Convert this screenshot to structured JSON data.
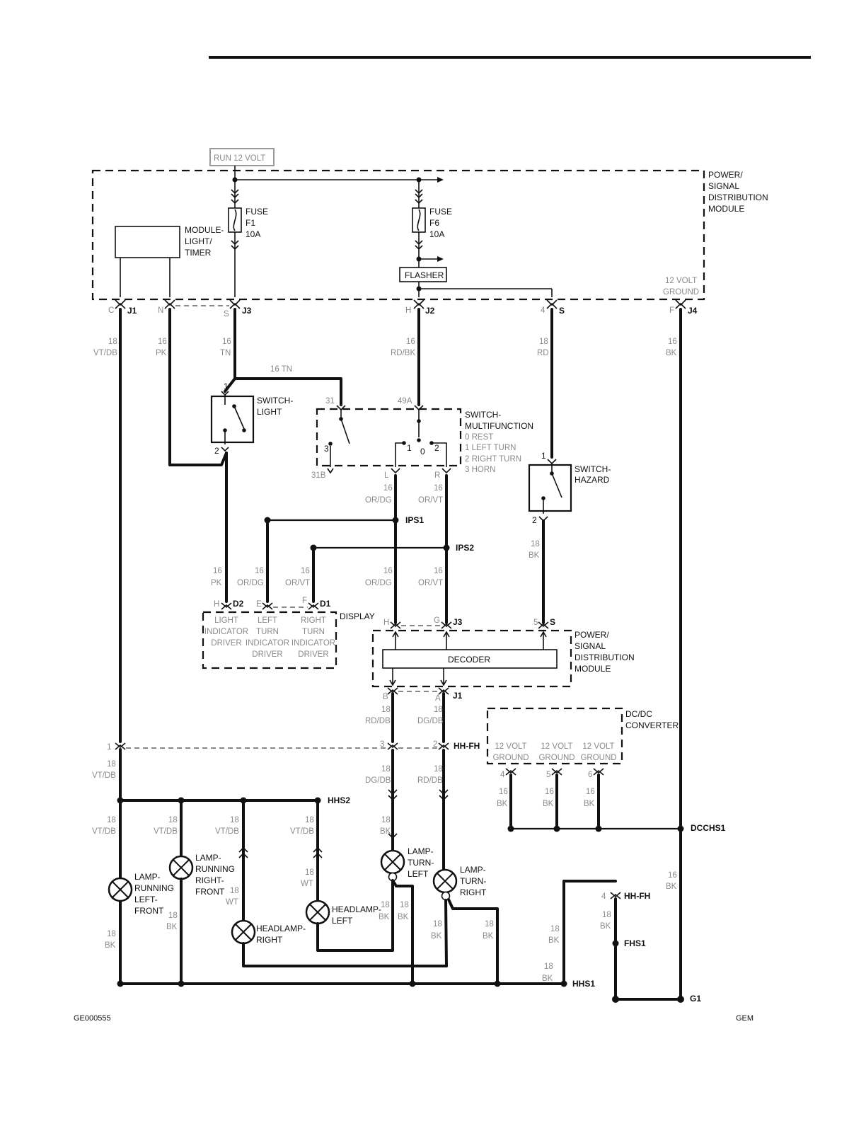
{
  "figure_id": "GE000555",
  "footer_right": "GEM",
  "run_label": "RUN 12 VOLT",
  "pdm_top": [
    "POWER/",
    "SIGNAL",
    "DISTRIBUTION",
    "MODULE"
  ],
  "pdm_ground": [
    "12 VOLT",
    "GROUND"
  ],
  "module_light_timer": [
    "MODULE-",
    "LIGHT/",
    "TIMER"
  ],
  "fuse1": [
    "FUSE",
    "F1",
    "10A"
  ],
  "fuse6": [
    "FUSE",
    "F6",
    "10A"
  ],
  "flasher": "FLASHER",
  "connectors": {
    "c_pin": "C",
    "j1": "J1",
    "n_pin": "N",
    "s_pin": "S",
    "j3": "J3",
    "h_pin": "H",
    "j2": "J2",
    "four_pin": "4",
    "s_conn": "S",
    "f_pin": "F",
    "j4": "J4"
  },
  "wires_top": {
    "vtdb": [
      "18",
      "VT/DB"
    ],
    "pk": [
      "16",
      "PK"
    ],
    "tn": [
      "16",
      "TN"
    ],
    "rdbk": [
      "16",
      "RD/BK"
    ],
    "rd": [
      "18",
      "RD"
    ],
    "bk": [
      "16",
      "BK"
    ],
    "tn_label": "16 TN"
  },
  "switch_light": {
    "label": [
      "SWITCH-",
      "LIGHT"
    ],
    "pin1": "1",
    "pin2": "2"
  },
  "switch_multi": {
    "title": [
      "SWITCH-",
      "MULTIFUNCTION"
    ],
    "positions": [
      "0 REST",
      "1 LEFT TURN",
      "2 RIGHT TURN",
      "3 HORN"
    ],
    "pin31": "31",
    "pin49a": "49A",
    "pin3": "3",
    "pin1": "1",
    "pin0": "0",
    "pin2": "2",
    "pin31b": "31B",
    "pinL": "L",
    "pinR": "R"
  },
  "switch_hazard": {
    "label": [
      "SWITCH-",
      "HAZARD"
    ],
    "pin1": "1",
    "pin2": "2"
  },
  "wires_mid": {
    "l_w": [
      "16",
      "OR/DG"
    ],
    "r_w": [
      "16",
      "OR/VT"
    ],
    "haz_w": [
      "18",
      "BK"
    ],
    "d_pk": [
      "16",
      "PK"
    ],
    "d_ordg": [
      "16",
      "OR/DG"
    ],
    "d_orvt": [
      "16",
      "OR/VT"
    ],
    "m_ordg": [
      "16",
      "OR/DG"
    ],
    "m_orvt": [
      "16",
      "OR/VT"
    ]
  },
  "splices": {
    "ips1": "IPS1",
    "ips2": "IPS2",
    "hhs2": "HHS2",
    "dcchs1": "DCCHS1",
    "hhs1": "HHS1",
    "fhs1": "FHS1",
    "g1": "G1"
  },
  "display": {
    "label": "DISPLAY",
    "pinH": "H",
    "d2": "D2",
    "pinE": "E",
    "pinF": "F",
    "d1": "D1",
    "light": [
      "LIGHT",
      "INDICATOR",
      "DRIVER"
    ],
    "left": [
      "LEFT",
      "TURN",
      "INDICATOR",
      "DRIVER"
    ],
    "right": [
      "RIGHT",
      "TURN",
      "INDICATOR",
      "DRIVER"
    ]
  },
  "pdm2": {
    "label": [
      "POWER/",
      "SIGNAL",
      "DISTRIBUTION",
      "MODULE"
    ],
    "decoder": "DECODER",
    "pinH": "H",
    "pinG": "G",
    "j3": "J3",
    "pin5": "5",
    "s": "S",
    "pinB": "B",
    "pinA": "A",
    "j1": "J1"
  },
  "wires_low": {
    "b_w": [
      "18",
      "RD/DB"
    ],
    "a_w": [
      "18",
      "DG/DB"
    ],
    "c1_w": [
      "18",
      "VT/DB"
    ],
    "c3_w": [
      "18",
      "DG/DB"
    ],
    "c2_w": [
      "18",
      "RD/DB"
    ],
    "pin1": "1",
    "pin3": "3",
    "pin2": "2",
    "hhfh": "HH-FH",
    "lrlf_w": [
      "18",
      "VT/DB"
    ],
    "lrrf_w": [
      "18",
      "VT/DB"
    ],
    "hr_w": [
      "18",
      "VT/DB"
    ],
    "hl_w": [
      "18",
      "VT/DB"
    ],
    "tl_w": [
      "18",
      "BK"
    ],
    "hl_wt": [
      "18",
      "WT"
    ],
    "hr_wt": [
      "18",
      "WT"
    ],
    "lrlf_bk": [
      "18",
      "BK"
    ],
    "lrrf_bk": [
      "18",
      "BK"
    ],
    "tl_bk1": [
      "18",
      "BK"
    ],
    "tl_bk2": [
      "18",
      "BK"
    ],
    "tr_bk1": [
      "18",
      "BK"
    ],
    "tr_bk2": [
      "18",
      "BK"
    ],
    "hh_bk": [
      "18",
      "BK"
    ],
    "hh_bk2": [
      "18",
      "BK"
    ],
    "fh_bk": [
      "18",
      "BK"
    ],
    "g_bk": [
      "16",
      "BK"
    ]
  },
  "dcdc": {
    "label": [
      "DC/DC",
      "CONVERTER"
    ],
    "gnd": [
      [
        "12 VOLT",
        "GROUND"
      ],
      [
        "12 VOLT",
        "GROUND"
      ],
      [
        "12 VOLT",
        "GROUND"
      ]
    ],
    "pins": [
      "4",
      "5",
      "6"
    ],
    "wires": [
      [
        "16",
        "BK"
      ],
      [
        "16",
        "BK"
      ],
      [
        "16",
        "BK"
      ]
    ]
  },
  "hh_fh_lower": {
    "pin": "4",
    "label": "HH-FH"
  },
  "lamps": {
    "lrlf": [
      "LAMP-",
      "RUNNING",
      "LEFT-",
      "FRONT"
    ],
    "lrrf": [
      "LAMP-",
      "RUNNING",
      "RIGHT-",
      "FRONT"
    ],
    "hr": [
      "HEADLAMP-",
      "RIGHT"
    ],
    "hl": [
      "HEADLAMP-",
      "LEFT"
    ],
    "tl": [
      "LAMP-",
      "TURN-",
      "LEFT"
    ],
    "tr": [
      "LAMP-",
      "TURN-",
      "RIGHT"
    ]
  }
}
